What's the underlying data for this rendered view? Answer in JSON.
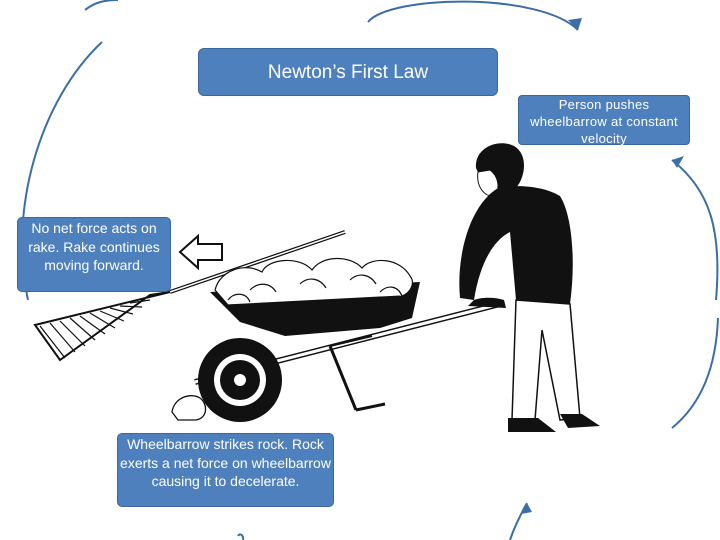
{
  "title": "Newton’s First Law",
  "callouts": {
    "person": "Person pushes wheelbarrow at constant velocity",
    "rake": "No net force acts on rake. Rake continues moving forward.",
    "rock": "Wheelbarrow strikes rock. Rock exerts a net force on wheelbarrow causing it to decelerate."
  },
  "colors": {
    "box_fill": "#4e80bd",
    "cycle_arrows": "#3a6ea5",
    "line_art": "#111111"
  },
  "icons": {
    "arrow": "left-arrow-outline",
    "cycle": "circular-arrows"
  }
}
